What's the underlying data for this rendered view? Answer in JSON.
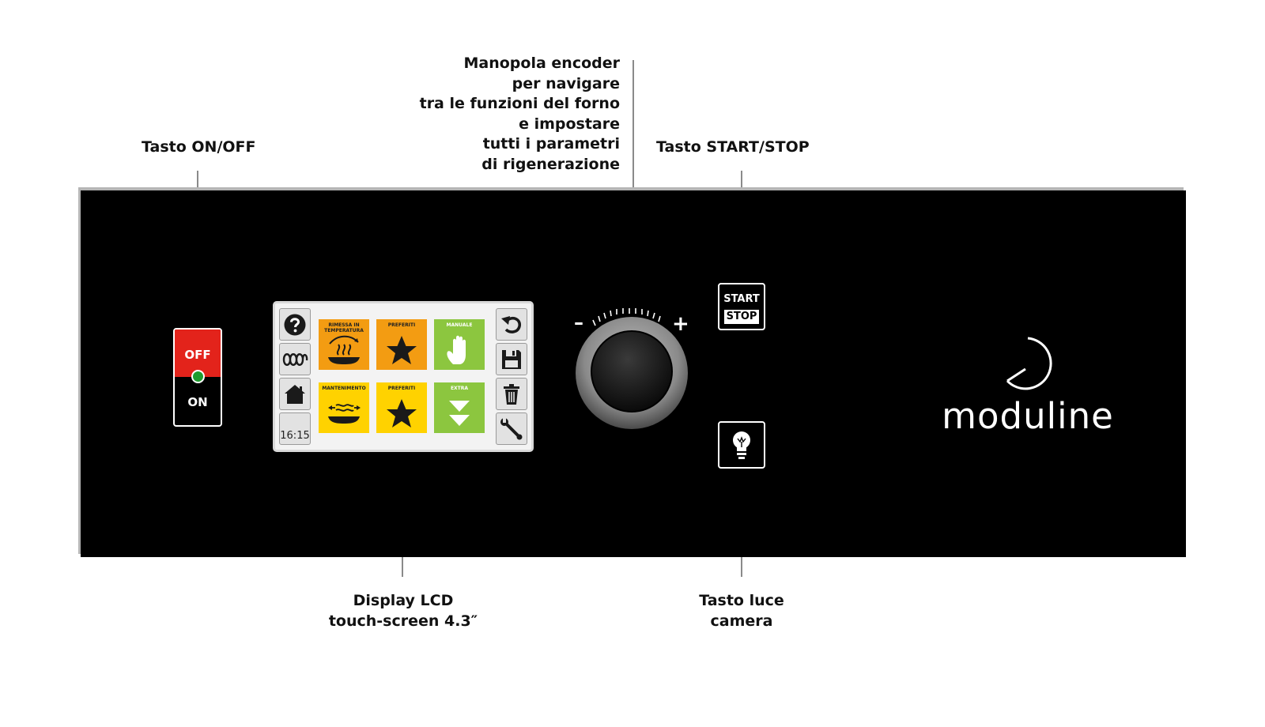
{
  "callouts": {
    "onoff": [
      "Tasto ON/OFF"
    ],
    "encoder": [
      "Manopola encoder",
      "per navigare",
      "tra le funzioni del forno",
      "e impostare",
      "tutti i parametri",
      "di rigenerazione"
    ],
    "startstop": [
      "Tasto START/STOP"
    ],
    "display": [
      "Display LCD",
      "touch-screen 4.3″"
    ],
    "light": [
      "Tasto luce",
      "camera"
    ]
  },
  "rocker": {
    "off_label": "OFF",
    "on_label": "ON"
  },
  "lcd": {
    "left_buttons": [
      "help-icon",
      "heating-coil-icon",
      "home-icon"
    ],
    "clock": "16:15",
    "right_buttons": [
      "undo-icon",
      "save-icon",
      "trash-icon",
      "wrench-icon"
    ],
    "tiles": [
      {
        "label": "RIMESSA IN TEMPERATURA",
        "icon": "steaming-dish-icon",
        "color": "#f39c12"
      },
      {
        "label": "PREFERITI",
        "icon": "star-icon",
        "color": "#f39c12"
      },
      {
        "label": "MANUALE",
        "icon": "hand-icon",
        "color": "#8cc63f"
      },
      {
        "label": "MANTENIMENTO",
        "icon": "holding-dish-icon",
        "color": "#ffd200"
      },
      {
        "label": "PREFERITI",
        "icon": "star-icon",
        "color": "#ffd200"
      },
      {
        "label": "EXTRA",
        "icon": "chevrons-down-icon",
        "color": "#8cc63f"
      }
    ]
  },
  "knob": {
    "minus": "–",
    "plus": "+"
  },
  "start_stop": {
    "start_label": "START",
    "stop_label": "STOP"
  },
  "light_button": {
    "icon": "light-bulb-icon"
  },
  "logo": {
    "word": "moduline",
    "mark": "open-circle-logo"
  },
  "colors": {
    "panel": "#000000",
    "off_red": "#e3231b",
    "led_green": "#1e9c2e",
    "orange": "#f39c12",
    "yellow": "#ffd200",
    "green": "#8cc63f"
  }
}
